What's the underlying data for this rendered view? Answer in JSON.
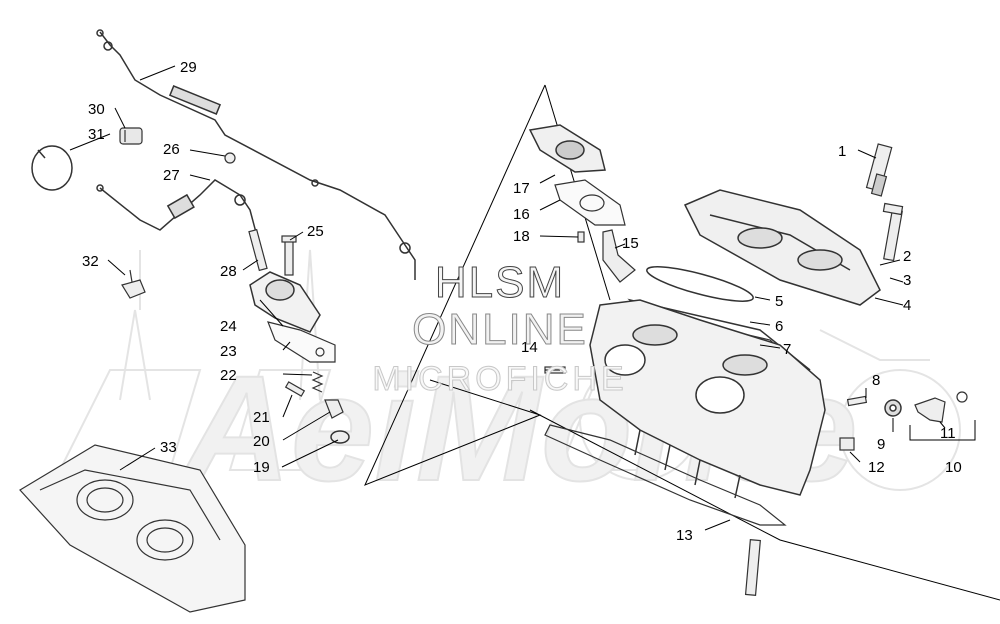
{
  "watermark": {
    "line1": "HLSM",
    "line2": "ONLINE",
    "line3": "MICROFICHE",
    "brand": "AeiMonte"
  },
  "callouts": {
    "c1": "1",
    "c2": "2",
    "c3": "3",
    "c4": "4",
    "c5": "5",
    "c6": "6",
    "c7": "7",
    "c8": "8",
    "c9": "9",
    "c10": "10",
    "c11": "11",
    "c12": "12",
    "c13": "13",
    "c14": "14",
    "c15": "15",
    "c16": "16",
    "c17": "17",
    "c18": "18",
    "c19": "19",
    "c20": "20",
    "c21": "21",
    "c22": "22",
    "c23": "23",
    "c24": "24",
    "c25": "25",
    "c26": "26",
    "c27": "27",
    "c28": "28",
    "c29": "29",
    "c30": "30",
    "c31": "31",
    "c32": "32",
    "c33": "33"
  }
}
